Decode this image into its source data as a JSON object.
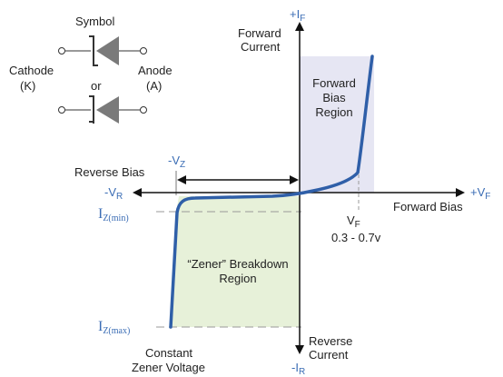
{
  "colors": {
    "curve": "#2f5fa8",
    "forward_fill": "#e6e6f3",
    "zener_fill": "#e7f1d9",
    "axis": "#111111",
    "dashed": "#999999",
    "label_blue": "#3b6db5"
  },
  "symbol": {
    "title": "Symbol",
    "or": "or",
    "cathode": "Cathode",
    "cathode_k": "(K)",
    "anode": "Anode",
    "anode_a": "(A)"
  },
  "axes": {
    "plus_i": "+I",
    "plus_i_sub": "F",
    "forward_current_1": "Forward",
    "forward_current_2": "Current",
    "minus_v": "-V",
    "minus_v_sub": "R",
    "plus_v": "+V",
    "plus_v_sub": "F",
    "reverse_bias": "Reverse Bias",
    "forward_bias": "Forward Bias",
    "minus_i": "-I",
    "minus_i_sub": "R",
    "reverse_current_1": "Reverse",
    "reverse_current_2": "Current"
  },
  "regions": {
    "forward_1": "Forward",
    "forward_2": "Bias",
    "forward_3": "Region",
    "zener_1": "“Zener” Breakdown",
    "zener_2": "Region"
  },
  "markers": {
    "vz": "-V",
    "vz_sub": "Z",
    "vf": "V",
    "vf_sub": "F",
    "vf_range": "0.3 - 0.7v",
    "iz_min": "I",
    "iz_min_sub": "Z(min)",
    "iz_max": "I",
    "iz_max_sub": "Z(max)"
  },
  "bottom": {
    "constant": "Constant",
    "zener_voltage": "Zener Voltage"
  }
}
